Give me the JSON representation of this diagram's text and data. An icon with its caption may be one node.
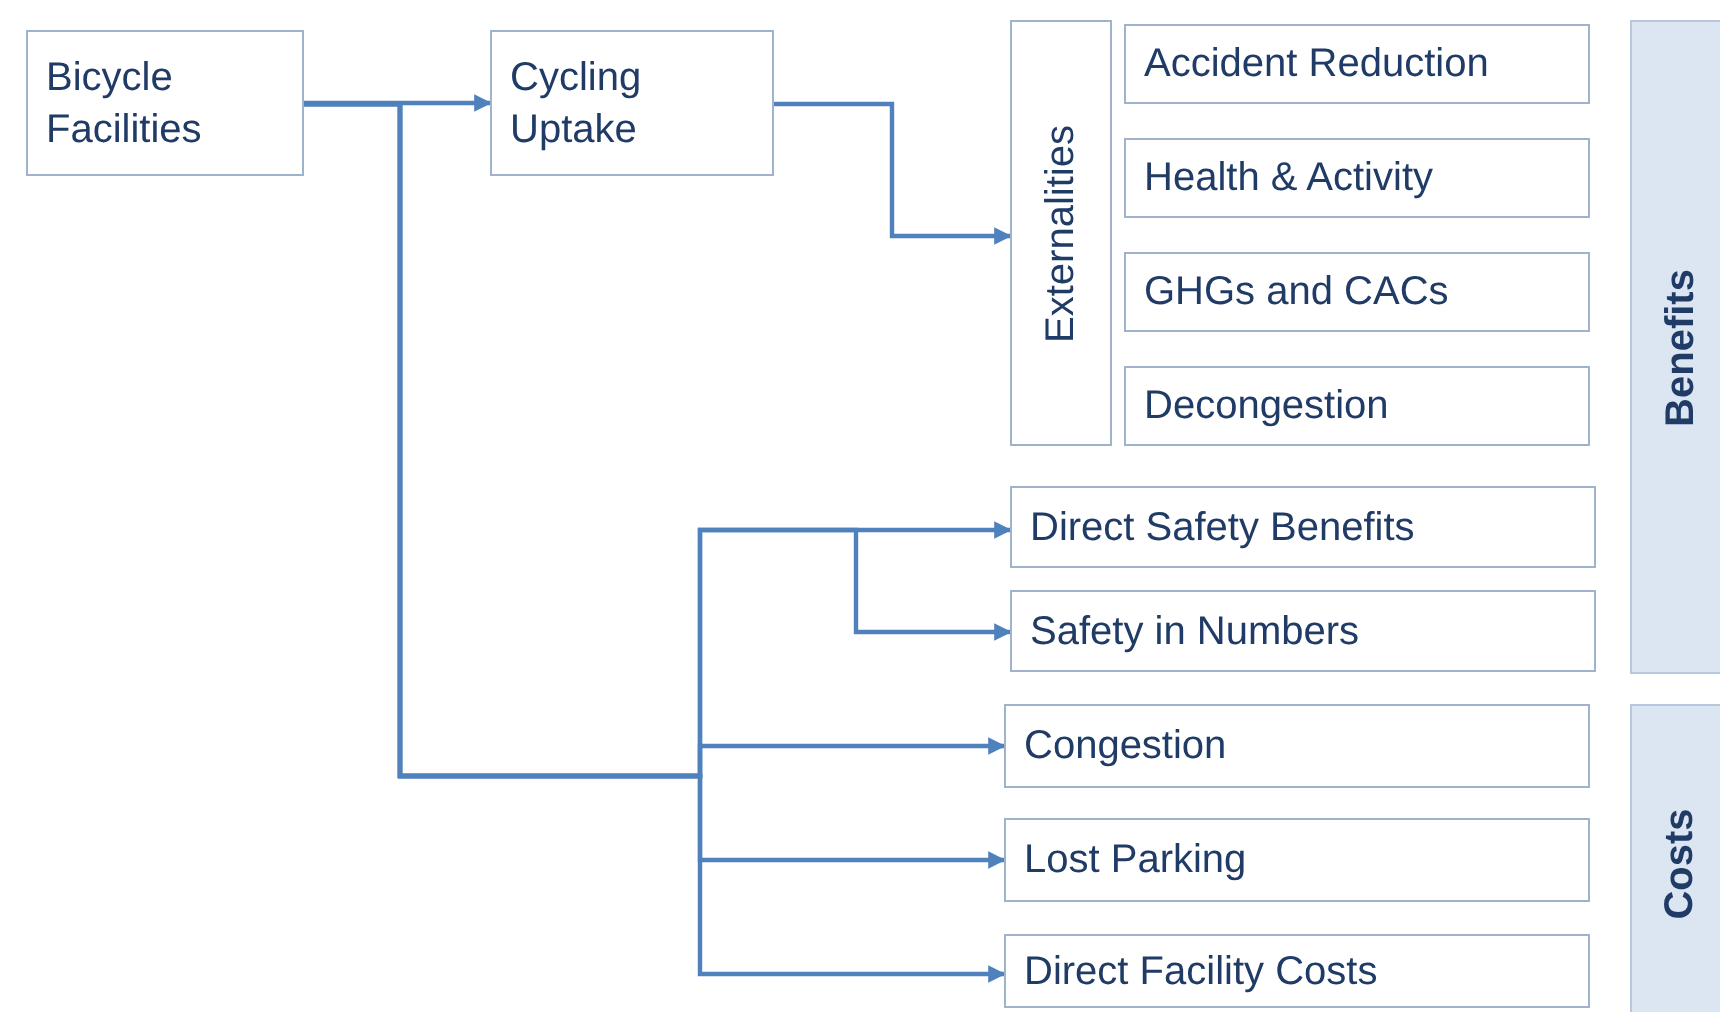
{
  "diagram": {
    "nodes": [
      {
        "text": [
          "Bicycle Facilities"
        ]
      },
      {
        "text": [
          "Cycling Uptake"
        ]
      },
      {
        "text": [
          "Externalities"
        ]
      },
      {
        "text": [
          "Accident Reduction"
        ]
      },
      {
        "text": [
          "Health & Activity"
        ]
      },
      {
        "text": [
          "GHGs and CACs"
        ]
      },
      {
        "text": [
          "Decongestion"
        ]
      },
      {
        "text": [
          "Direct Safety Benefits"
        ]
      },
      {
        "text": [
          "Safety in Numbers"
        ]
      },
      {
        "text": [
          "Congestion"
        ]
      },
      {
        "text": [
          "Lost Parking"
        ]
      },
      {
        "text": [
          "Direct Facility Costs"
        ]
      },
      {
        "text": [
          "Benefits"
        ]
      },
      {
        "text": [
          "Costs"
        ]
      }
    ],
    "edges": [
      {
        "from": 0,
        "to": 1,
        "arrow": "to"
      },
      {
        "from": 1,
        "to": 2,
        "arrow": "to"
      },
      {
        "from": 0,
        "to": 7,
        "arrow": "to"
      },
      {
        "from": 0,
        "to": 8,
        "arrow": "to"
      },
      {
        "from": 0,
        "to": 9,
        "arrow": "to"
      },
      {
        "from": 0,
        "to": 10,
        "arrow": "to"
      },
      {
        "from": 0,
        "to": 11,
        "arrow": "to"
      }
    ]
  }
}
